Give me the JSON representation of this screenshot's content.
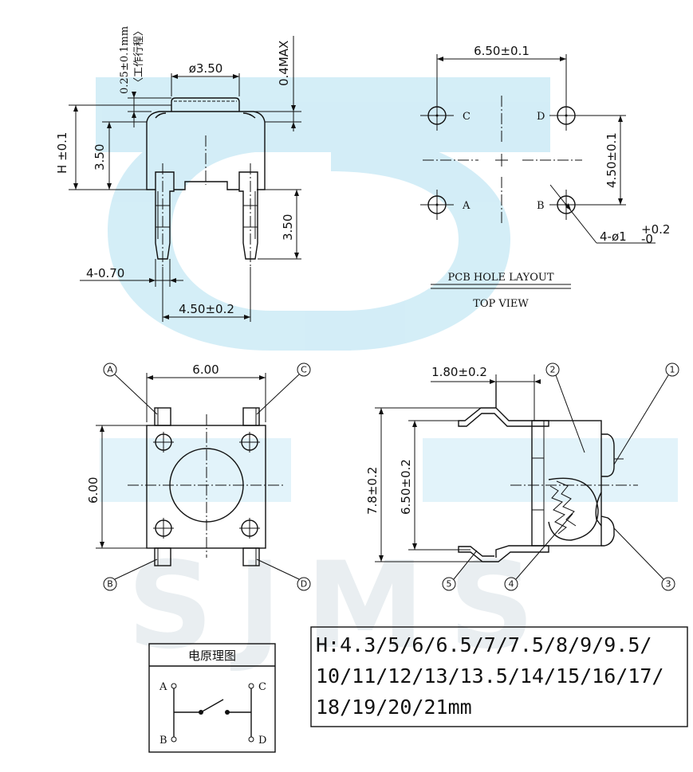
{
  "watermark": {
    "text": "SJMS",
    "color": "#2b9fd6"
  },
  "front_view": {
    "dim_travel": "0.25±0.1mm",
    "dim_travel_note": "〈工作行程〉",
    "dim_button_dia": "ø3.50",
    "dim_gap": "0.4MAX",
    "dim_height": "H ±0.1",
    "dim_body": "3.50",
    "dim_leg": "3.50",
    "dim_pin_width": "4-0.70",
    "dim_pin_spacing": "4.50±0.2"
  },
  "pcb_layout": {
    "dim_x": "6.50±0.1",
    "dim_y": "4.50±0.1",
    "dim_hole": "4-ø1",
    "dim_hole_tol_upper": "+0.2",
    "dim_hole_tol_lower": "-0",
    "hole_labels": [
      "C",
      "D",
      "A",
      "B"
    ],
    "title": "PCB HOLE LAYOUT",
    "subtitle": "TOP VIEW"
  },
  "top_view": {
    "dim_width": "6.00",
    "dim_height": "6.00",
    "corner_labels": [
      "A",
      "C",
      "B",
      "D"
    ]
  },
  "side_view": {
    "dim_pin_offset": "1.80±0.2",
    "dim_total": "7.8±0.2",
    "dim_inner": "6.50±0.2",
    "part_callouts": [
      "1",
      "2",
      "3",
      "4",
      "5"
    ]
  },
  "schematic": {
    "title": "电原理图",
    "pins": [
      "A",
      "C",
      "B",
      "D"
    ]
  },
  "height_options": {
    "line1": "H:4.3/5/6/6.5/7/7.5/8/9/9.5/",
    "line2": "10/11/12/13/13.5/14/15/16/17/",
    "line3": "18/19/20/21mm"
  }
}
